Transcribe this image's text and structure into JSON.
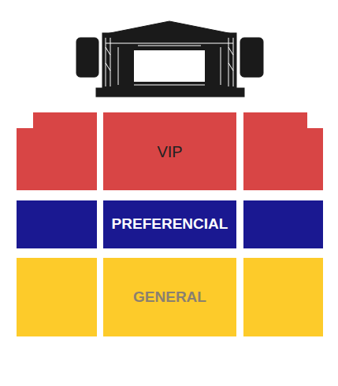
{
  "diagram": {
    "nodes": [
      {
        "text": [
          "VIP"
        ]
      },
      {
        "text": [
          "PREFERENCIAL"
        ]
      },
      {
        "text": [
          "GENERAL"
        ]
      }
    ]
  }
}
